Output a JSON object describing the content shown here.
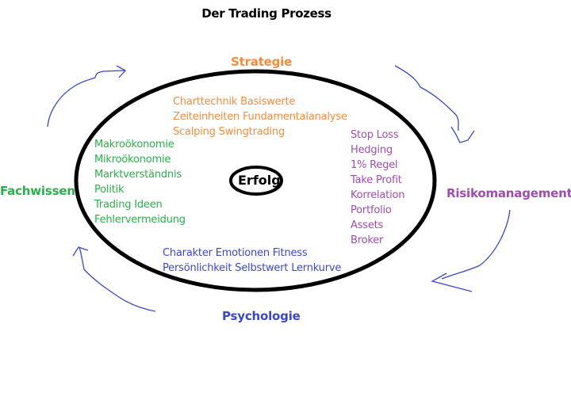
{
  "title": "Der Trading Prozess",
  "colors": {
    "strategie": "#f58b3b",
    "fachwissen": "#2ab04a",
    "risiko": "#a04cb0",
    "psychologie": "#3a48c8",
    "arrows": "#3a48c8",
    "ellipse": "#000000"
  },
  "center": {
    "label": "Erfolg"
  },
  "categories": {
    "strategie": {
      "label": "Strategie",
      "items": [
        "Charttechnik Basiswerte",
        "Zeiteinheiten Fundamentalanalyse",
        "Scalping Swingtrading"
      ]
    },
    "fachwissen": {
      "label": "Fachwissen",
      "items": [
        "Makroökonomie",
        "Mikroökonomie",
        "Marktverständnis",
        "Politik",
        "Trading Ideen",
        "Fehlervermeidung"
      ]
    },
    "risikomanagement": {
      "label": "Risikomanagement",
      "items": [
        "Stop Loss",
        "Hedging",
        "1% Regel",
        "Take Profit",
        "Korrelation",
        "Portfolio",
        "Assets",
        "Broker"
      ]
    },
    "psychologie": {
      "label": "Psychologie",
      "items": [
        "Charakter Emotionen Fitness",
        "Persönlichkeit Selbstwert Lernkurve"
      ]
    }
  },
  "arrows": [
    "fachwissen-to-strategie",
    "strategie-to-risikomanagement",
    "risikomanagement-to-psychologie",
    "psychologie-to-fachwissen"
  ]
}
